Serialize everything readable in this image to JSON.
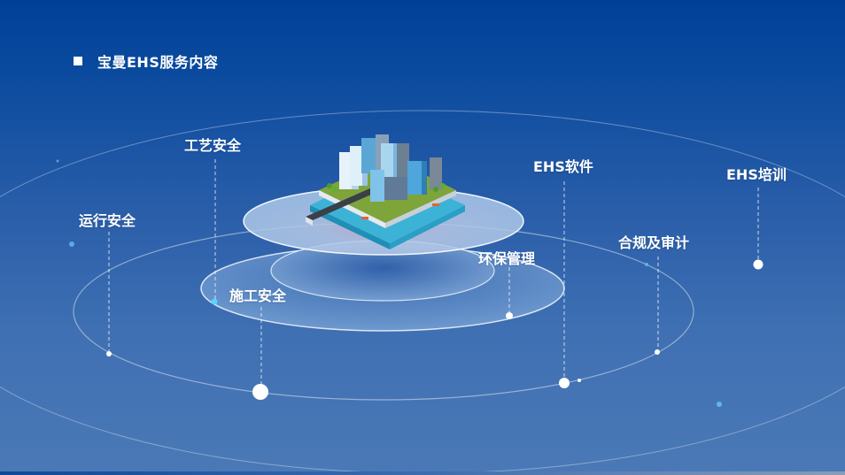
{
  "slide": {
    "title": "宝曼EHS服务内容",
    "colors": {
      "bg_top": "#004098",
      "bg_bottom": "#4b79b6",
      "text": "#ffffff",
      "accent_dot": "#5fd0ff"
    },
    "center_graphic": "isometric-city-on-layered-discs",
    "services": [
      {
        "id": "process-safety",
        "label": "工艺安全"
      },
      {
        "id": "operation-safety",
        "label": "运行安全"
      },
      {
        "id": "construction-safety",
        "label": "施工安全"
      },
      {
        "id": "environmental-management",
        "label": "环保管理"
      },
      {
        "id": "ehs-software",
        "label": "EHS软件"
      },
      {
        "id": "compliance-audit",
        "label": "合规及审计"
      },
      {
        "id": "ehs-training",
        "label": "EHS培训"
      }
    ]
  }
}
